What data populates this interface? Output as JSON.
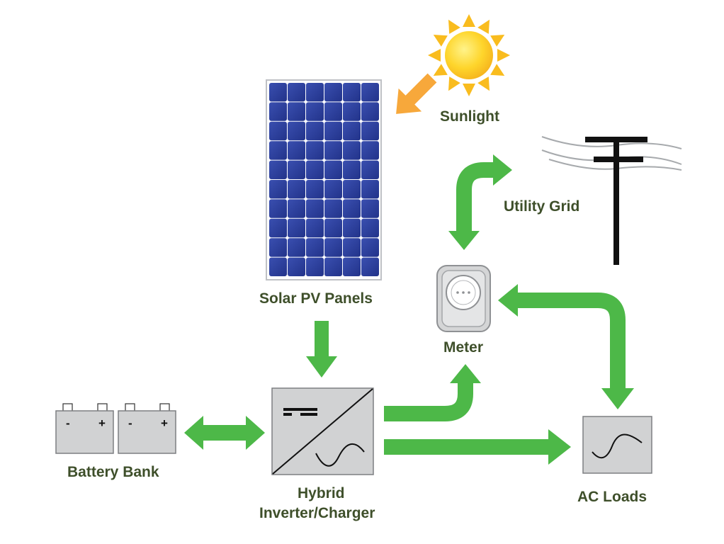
{
  "labels": {
    "sunlight": "Sunlight",
    "solar_pv_panels": "Solar PV Panels",
    "utility_grid": "Utility Grid",
    "meter": "Meter",
    "battery_bank": "Battery Bank",
    "hybrid_line1": "Hybrid",
    "hybrid_line2": "Inverter/Charger",
    "ac_loads": "AC Loads"
  },
  "battery_terminals": {
    "minus": "-",
    "plus": "+"
  },
  "colors": {
    "arrow_green": "#4db848",
    "sun_arrow_orange": "#f7a83b",
    "sun_yellow": "#fed52b",
    "sun_rays": "#f9bc1e",
    "panel_cell": "#2c3e97",
    "device_gray": "#d1d2d3",
    "label_text": "#3e4f2a"
  }
}
